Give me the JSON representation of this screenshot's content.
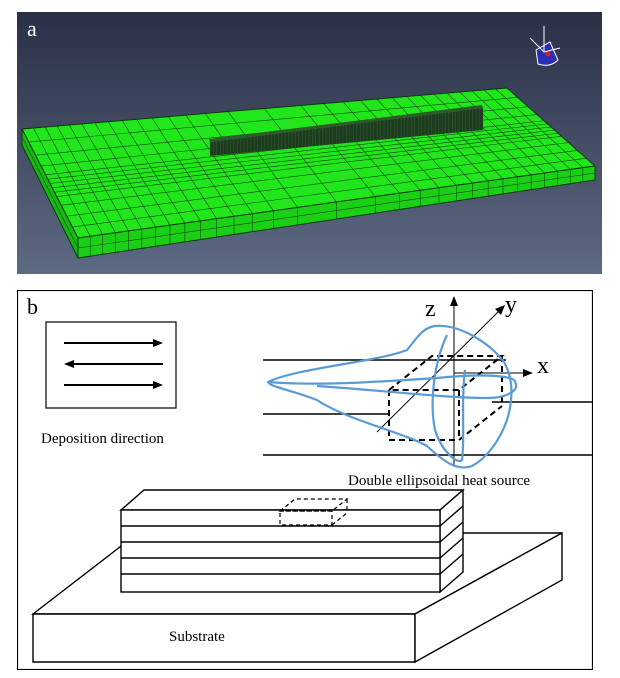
{
  "panel_a": {
    "label": "a",
    "colors": {
      "background_top": "#2a3046",
      "background_bottom": "#5a6780",
      "mesh_fill": "#1ee01a",
      "mesh_line": "#0a3a08",
      "bead": "#1b3a1e"
    },
    "icon": "triad-axis-icon"
  },
  "panel_b": {
    "label": "b",
    "legend_caption": "Deposition direction",
    "heat_source_caption": "Double ellipsoidal heat source",
    "substrate_caption": "Substrate",
    "axes": {
      "z": "z",
      "y": "y",
      "x": "x"
    },
    "colors": {
      "heat_source_curve": "#5a9bd5",
      "lines": "#000000"
    }
  }
}
